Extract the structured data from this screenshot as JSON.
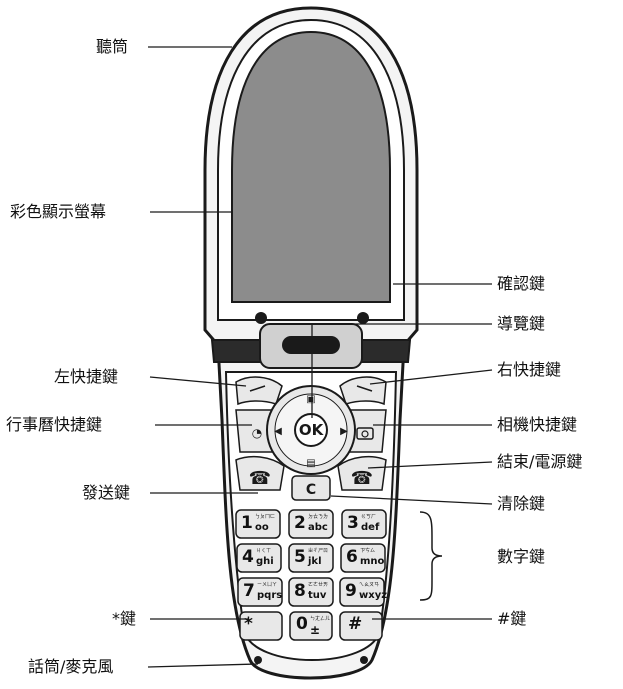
{
  "labels": {
    "earpiece": "聽筒",
    "color_display": "彩色顯示螢幕",
    "ok_key": "確認鍵",
    "nav_key": "導覽鍵",
    "left_soft_key": "左快捷鍵",
    "right_soft_key": "右快捷鍵",
    "scheduler_key": "行事曆快捷鍵",
    "camera_key": "相機快捷鍵",
    "end_power_key": "結束/電源鍵",
    "send_key": "發送鍵",
    "clear_key": "清除鍵",
    "number_keys": "數字鍵",
    "star_key": "*鍵",
    "hash_key": "#鍵",
    "mic": "話筒/麥克風"
  },
  "keys": {
    "ok": "OK",
    "clear": "C",
    "k1": "1",
    "k1_sub": "ㄅㄆㄇㄈ",
    "k1_letters": "oo",
    "k2": "2",
    "k2_sub": "ㄉㄊㄋㄌ",
    "k2_letters": "abc",
    "k3": "3",
    "k3_sub": "ㄍㄎㄏ",
    "k3_letters": "def",
    "k4": "4",
    "k4_sub": "ㄐㄑㄒ",
    "k4_letters": "ghi",
    "k5": "5",
    "k5_sub": "ㄓㄔㄕㄖ",
    "k5_letters": "jkl",
    "k6": "6",
    "k6_sub": "ㄗㄘㄙ",
    "k6_letters": "mno",
    "k7": "7",
    "k7_sub": "ㄧㄨㄩㄚ",
    "k7_letters": "pqrs",
    "k8": "8",
    "k8_sub": "ㄛㄜㄝㄞ",
    "k8_letters": "tuv",
    "k9": "9",
    "k9_sub": "ㄟㄠㄡㄢ",
    "k9_letters": "wxyz",
    "k0": "0",
    "k0_sub": "ㄣㄤㄥㄦ",
    "k0_sym": "±",
    "kstar": "*",
    "khash": "#"
  },
  "colors": {
    "line": "#1a1a1a",
    "fill_light": "#f2f2f2",
    "fill_mid": "#d9d9d9",
    "fill_dark": "#9a9a9a",
    "text": "#111111"
  }
}
